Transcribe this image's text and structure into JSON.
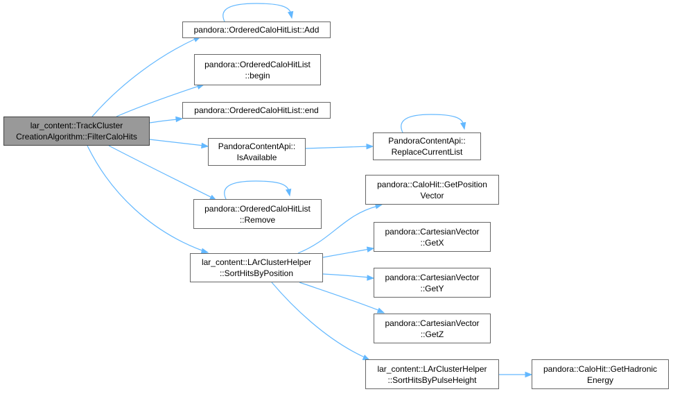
{
  "diagram": {
    "nodes": [
      {
        "id": "root",
        "lines": [
          "lar_content::TrackCluster",
          "CreationAlgorithm::FilterCaloHits"
        ],
        "highlight": true
      },
      {
        "id": "add",
        "lines": [
          "pandora::OrderedCaloHitList::Add"
        ]
      },
      {
        "id": "begin",
        "lines": [
          "pandora::OrderedCaloHitList",
          "::begin"
        ]
      },
      {
        "id": "end",
        "lines": [
          "pandora::OrderedCaloHitList::end"
        ]
      },
      {
        "id": "isavailable",
        "lines": [
          "PandoraContentApi::",
          "IsAvailable"
        ]
      },
      {
        "id": "replace",
        "lines": [
          "PandoraContentApi::",
          "ReplaceCurrentList"
        ]
      },
      {
        "id": "remove",
        "lines": [
          "pandora::OrderedCaloHitList",
          "::Remove"
        ]
      },
      {
        "id": "sortpos",
        "lines": [
          "lar_content::LArClusterHelper",
          "::SortHitsByPosition"
        ]
      },
      {
        "id": "getpos",
        "lines": [
          "pandora::CaloHit::GetPosition",
          "Vector"
        ]
      },
      {
        "id": "getx",
        "lines": [
          "pandora::CartesianVector",
          "::GetX"
        ]
      },
      {
        "id": "gety",
        "lines": [
          "pandora::CartesianVector",
          "::GetY"
        ]
      },
      {
        "id": "getz",
        "lines": [
          "pandora::CartesianVector",
          "::GetZ"
        ]
      },
      {
        "id": "sortpulse",
        "lines": [
          "lar_content::LArClusterHelper",
          "::SortHitsByPulseHeight"
        ]
      },
      {
        "id": "hadronic",
        "lines": [
          "pandora::CaloHit::GetHadronic",
          "Energy"
        ]
      }
    ],
    "edges": [
      {
        "from": "root",
        "to": "add"
      },
      {
        "from": "root",
        "to": "begin"
      },
      {
        "from": "root",
        "to": "end"
      },
      {
        "from": "root",
        "to": "isavailable"
      },
      {
        "from": "root",
        "to": "remove"
      },
      {
        "from": "root",
        "to": "sortpos"
      },
      {
        "from": "isavailable",
        "to": "replace"
      },
      {
        "from": "sortpos",
        "to": "getpos"
      },
      {
        "from": "sortpos",
        "to": "getx"
      },
      {
        "from": "sortpos",
        "to": "gety"
      },
      {
        "from": "sortpos",
        "to": "getz"
      },
      {
        "from": "sortpos",
        "to": "sortpulse"
      },
      {
        "from": "sortpulse",
        "to": "hadronic"
      },
      {
        "from": "add",
        "to": "add"
      },
      {
        "from": "replace",
        "to": "replace"
      },
      {
        "from": "remove",
        "to": "remove"
      }
    ],
    "colors": {
      "edge": "#63b8ff",
      "node_border": "#666666",
      "root_fill": "#999999"
    }
  }
}
